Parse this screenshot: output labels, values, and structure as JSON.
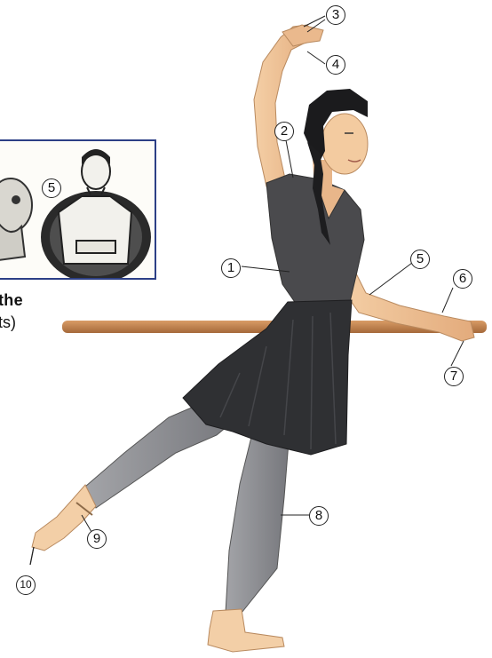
{
  "caption": {
    "line1": "the",
    "line2": "ts)"
  },
  "callouts": [
    "1",
    "2",
    "3",
    "4",
    "5",
    "5",
    "6",
    "7",
    "8",
    "9",
    "10"
  ],
  "inset_callout": "5",
  "colors": {
    "frame": "#2c3f86",
    "barre": "#c78a55",
    "skin": "#f0c498",
    "dress": "#4a4a4c",
    "tights": "#8e8f94"
  }
}
